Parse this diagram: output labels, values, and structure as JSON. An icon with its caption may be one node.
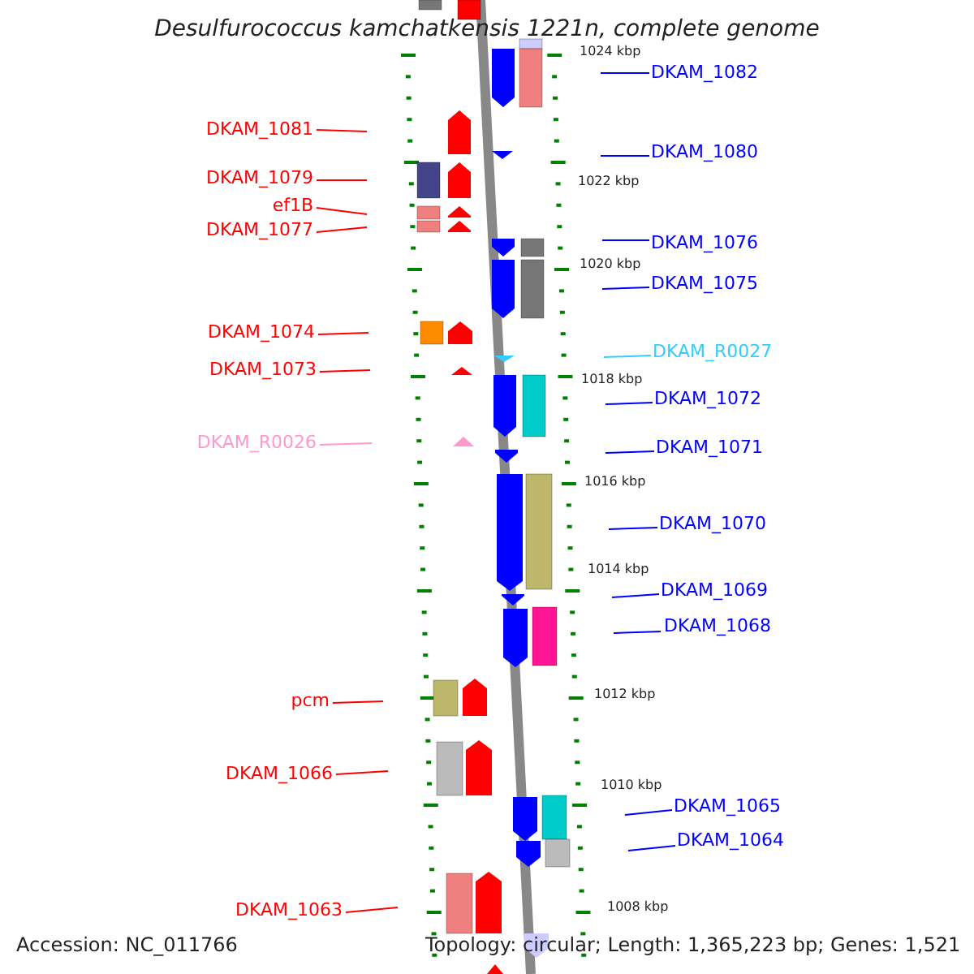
{
  "diagram": {
    "title": "Desulfurococcus kamchatkensis 1221n, complete genome",
    "nodes": [
      {
        "text": [
          "DKAM_1082"
        ]
      },
      {
        "text": [
          "DKAM_1081"
        ]
      },
      {
        "text": [
          "DKAM_1080"
        ]
      },
      {
        "text": [
          "DKAM_1079"
        ]
      },
      {
        "text": [
          "ef1B"
        ]
      },
      {
        "text": [
          "DKAM_1077"
        ]
      },
      {
        "text": [
          "DKAM_1076"
        ]
      },
      {
        "text": [
          "DKAM_1075"
        ]
      },
      {
        "text": [
          "DKAM_1074"
        ]
      },
      {
        "text": [
          "DKAM_R0027"
        ]
      },
      {
        "text": [
          "DKAM_1073"
        ]
      },
      {
        "text": [
          "DKAM_1072"
        ]
      },
      {
        "text": [
          "DKAM_R0026"
        ]
      },
      {
        "text": [
          "DKAM_1071"
        ]
      },
      {
        "text": [
          "DKAM_1070"
        ]
      },
      {
        "text": [
          "DKAM_1069"
        ]
      },
      {
        "text": [
          "DKAM_1068"
        ]
      },
      {
        "text": [
          "pcm"
        ]
      },
      {
        "text": [
          "DKAM_1066"
        ]
      },
      {
        "text": [
          "DKAM_1065"
        ]
      },
      {
        "text": [
          "DKAM_1064"
        ]
      },
      {
        "text": [
          "DKAM_1063"
        ]
      }
    ],
    "edges": [
      {
        "from": 0,
        "to": null,
        "arrow": "none"
      },
      {
        "from": 1,
        "to": null,
        "arrow": "none",
        "color": "#ff0000"
      },
      {
        "from": 2,
        "to": null,
        "arrow": "none"
      },
      {
        "from": 3,
        "to": null,
        "arrow": "none",
        "color": "#ff0000"
      },
      {
        "from": 4,
        "to": null,
        "arrow": "none",
        "color": "#ff0000"
      },
      {
        "from": 5,
        "to": null,
        "arrow": "none",
        "color": "#ff0000"
      },
      {
        "from": 6,
        "to": null,
        "arrow": "none"
      },
      {
        "from": 7,
        "to": null,
        "arrow": "none"
      },
      {
        "from": 8,
        "to": null,
        "arrow": "none",
        "color": "#ff0000"
      },
      {
        "from": 9,
        "to": null,
        "arrow": "none",
        "color": "#33ccff"
      },
      {
        "from": 10,
        "to": null,
        "arrow": "none",
        "color": "#ff0000"
      },
      {
        "from": 11,
        "to": null,
        "arrow": "none"
      },
      {
        "from": 12,
        "to": null,
        "arrow": "none",
        "color": "#ff99cc"
      },
      {
        "from": 13,
        "to": null,
        "arrow": "none"
      },
      {
        "from": 14,
        "to": null,
        "arrow": "none"
      },
      {
        "from": 15,
        "to": null,
        "arrow": "none"
      },
      {
        "from": 16,
        "to": null,
        "arrow": "none"
      },
      {
        "from": 17,
        "to": null,
        "arrow": "none",
        "color": "#ff0000"
      },
      {
        "from": 18,
        "to": null,
        "arrow": "none",
        "color": "#ff0000"
      },
      {
        "from": 19,
        "to": null,
        "arrow": "none"
      },
      {
        "from": 20,
        "to": null,
        "arrow": "none"
      },
      {
        "from": 21,
        "to": null,
        "arrow": "none",
        "color": "#ff0000"
      }
    ],
    "labels": [
      "1024 kbp",
      "1022 kbp",
      "1020 kbp",
      "1018 kbp",
      "1016 kbp",
      "1014 kbp",
      "1012 kbp",
      "1010 kbp",
      "1008 kbp",
      "Accession: NC_011766",
      "Topology: circular; Length: 1,365,223 bp; Genes: 1,521"
    ]
  }
}
